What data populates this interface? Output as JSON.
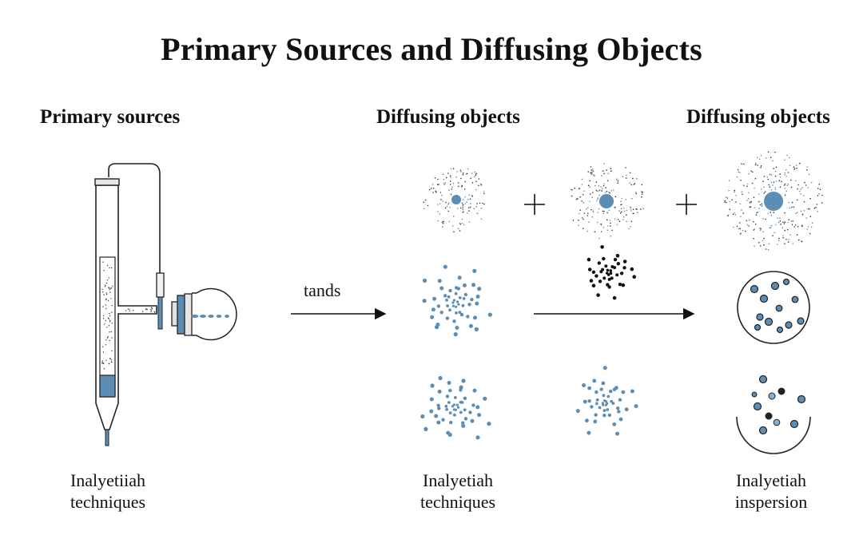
{
  "title": "Primary Sources and Diffusing Objects",
  "headings": {
    "left": "Primary sources",
    "middle": "Diffusing objects",
    "right": "Diffusing objects"
  },
  "arrow_label": "tands",
  "captions": {
    "left": {
      "line1": "Inalyetiiah",
      "line2": "techniques"
    },
    "middle": {
      "line1": "Inalyetiah",
      "line2": "techniques"
    },
    "right": {
      "line1": "Inalyetiah",
      "line2": "inspersion"
    }
  },
  "colors": {
    "accent_blue": "#5b8db5",
    "ink": "#111111",
    "outline": "#222222"
  }
}
